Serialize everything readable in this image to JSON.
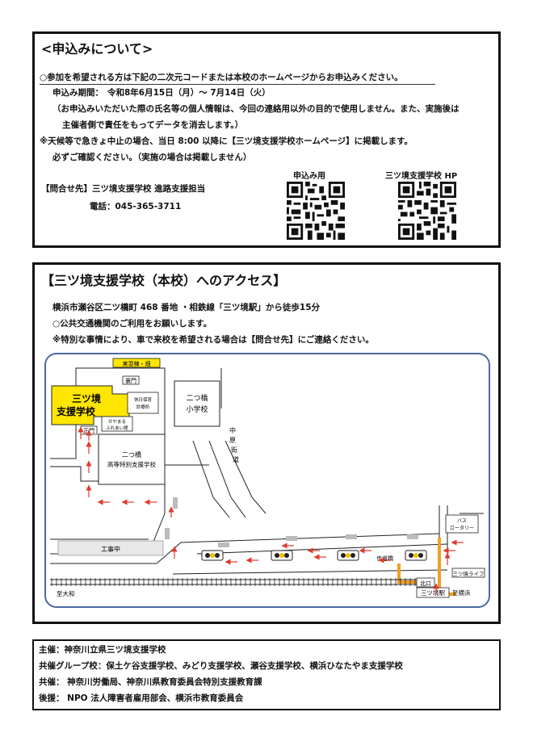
{
  "application": {
    "heading": "<申込みについて>",
    "line1": "○参加を希望される方は下記の二次元コードまたは本校のホームページからお申込みください。",
    "period_label": "申込み期間：",
    "period_value": "令和8年6月15日（月）～ 7月14日（火）",
    "privacy_1": "（お申込みいただいた際の氏名等の個人情報は、今回の連絡用以外の目的で使用しません。また、実施後は",
    "privacy_2": "主催者側で責任をもってデータを消去します。）",
    "weather_1": "※天候等で急きょ中止の場合、当日 8:00 以降に【三ツ境支援学校ホームページ】に掲載します。",
    "weather_2": "必ずご確認ください。（実施の場合は掲載しません）",
    "contact_1": "【問合せ先】三ツ境支援学校 進路支援担当",
    "contact_2": "電話：045-365-3711",
    "qr_apply_label": "申込み用",
    "qr_hp_label": "三ツ境支援学校 HP"
  },
  "access": {
    "heading": "【三ツ境支援学校（本校）へのアクセス】",
    "line1": "横浜市瀬谷区二ツ橋町 468 番地 ・相鉄線「三ツ境駅」から徒歩15分",
    "line2": "○公共交通機関のご利用をお願いします。",
    "line3": "※特別な事情により、車で来校を希望される場合は【問合せ先】にご連絡ください。",
    "map": {
      "jisshu": "実習棟・畑",
      "uramon": "裏門",
      "school_1": "三ツ境",
      "school_2": "支援学校",
      "seimon": "正門",
      "hoiku_1": "休日保育",
      "hoiku_2": "診療所",
      "seya_1": "せやまる",
      "seya_2": "ふれあい館",
      "futatsu_elem_1": "二つ橋",
      "futatsu_elem_2": "小学校",
      "futatsu_tokubetsu_1": "二つ橋",
      "futatsu_tokubetsu_2": "高等特別支援学校",
      "kaido_1": "中",
      "kaido_2": "原",
      "kaido_3": "街",
      "kaido_4": "道",
      "koujichu": "工事中",
      "hodokyo": "歩道橋",
      "bus_1": "バス",
      "bus_2": "ロータリー",
      "mitsukyo_life": "三ツ境ライフ",
      "kitaguchi": "北口",
      "station": "三ツ境駅",
      "to_yokohama": "至横浜",
      "to_yamato": "至大和"
    }
  },
  "organizers": {
    "host": "主催：神奈川立県三ツ境支援学校",
    "cohost": "共催グループ校：保土ケ谷支援学校、みどり支援学校、瀬谷支援学校、横浜ひなたやま支援学校",
    "cohost2": "共催： 神奈川労働局、神奈川県教育委員会特別支援教育課",
    "support": "後援： NPO 法人障害者雇用部会、横浜市教育委員会"
  },
  "colors": {
    "school_yellow": "#ffe600",
    "arrow_red": "#e03a2e",
    "route_orange": "#f0a020",
    "map_border": "#4a6aa0"
  },
  "icons": [
    "qr-code-icon",
    "traffic-light-icon",
    "arrow-icon",
    "railway-icon"
  ]
}
